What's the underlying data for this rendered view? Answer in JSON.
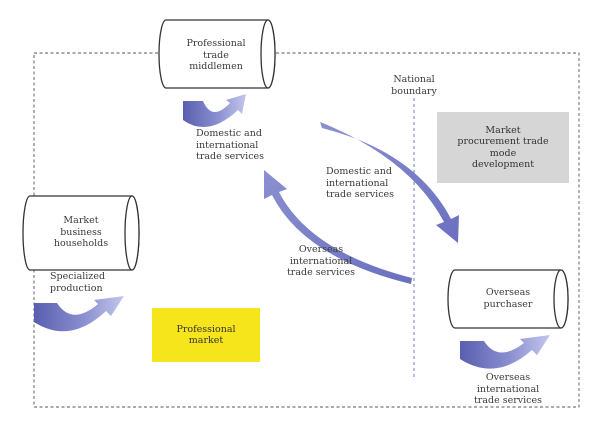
{
  "boundary_label": "National boundary",
  "nodes": {
    "middlemen": "Professional\ntrade\nmiddlemen",
    "households": "Market\nbusiness\nhouseholds",
    "purchaser": "Overseas\npurchaser"
  },
  "boxes": {
    "procurement": "Market\nprocurement trade\nmode\ndevelopment",
    "professional_market": "Professional\nmarket"
  },
  "labels": {
    "middlemen_service": "Domestic and\ninternational\ntrade services",
    "arrow_domestic": "Domestic and\ninternational\ntrade services",
    "arrow_overseas": "Overseas\ninternational\ntrade services",
    "households_service": "Specialized\nproduction",
    "purchaser_service": "Overseas\ninternational\ntrade services"
  },
  "colors": {
    "arrow": "#7279c2",
    "arrow_dark": "#5a5fb0",
    "arrow_light": "#b7bbe6",
    "procurement_fill": "#d6d6d6",
    "market_fill": "#f7e51c",
    "line": "#555555"
  }
}
